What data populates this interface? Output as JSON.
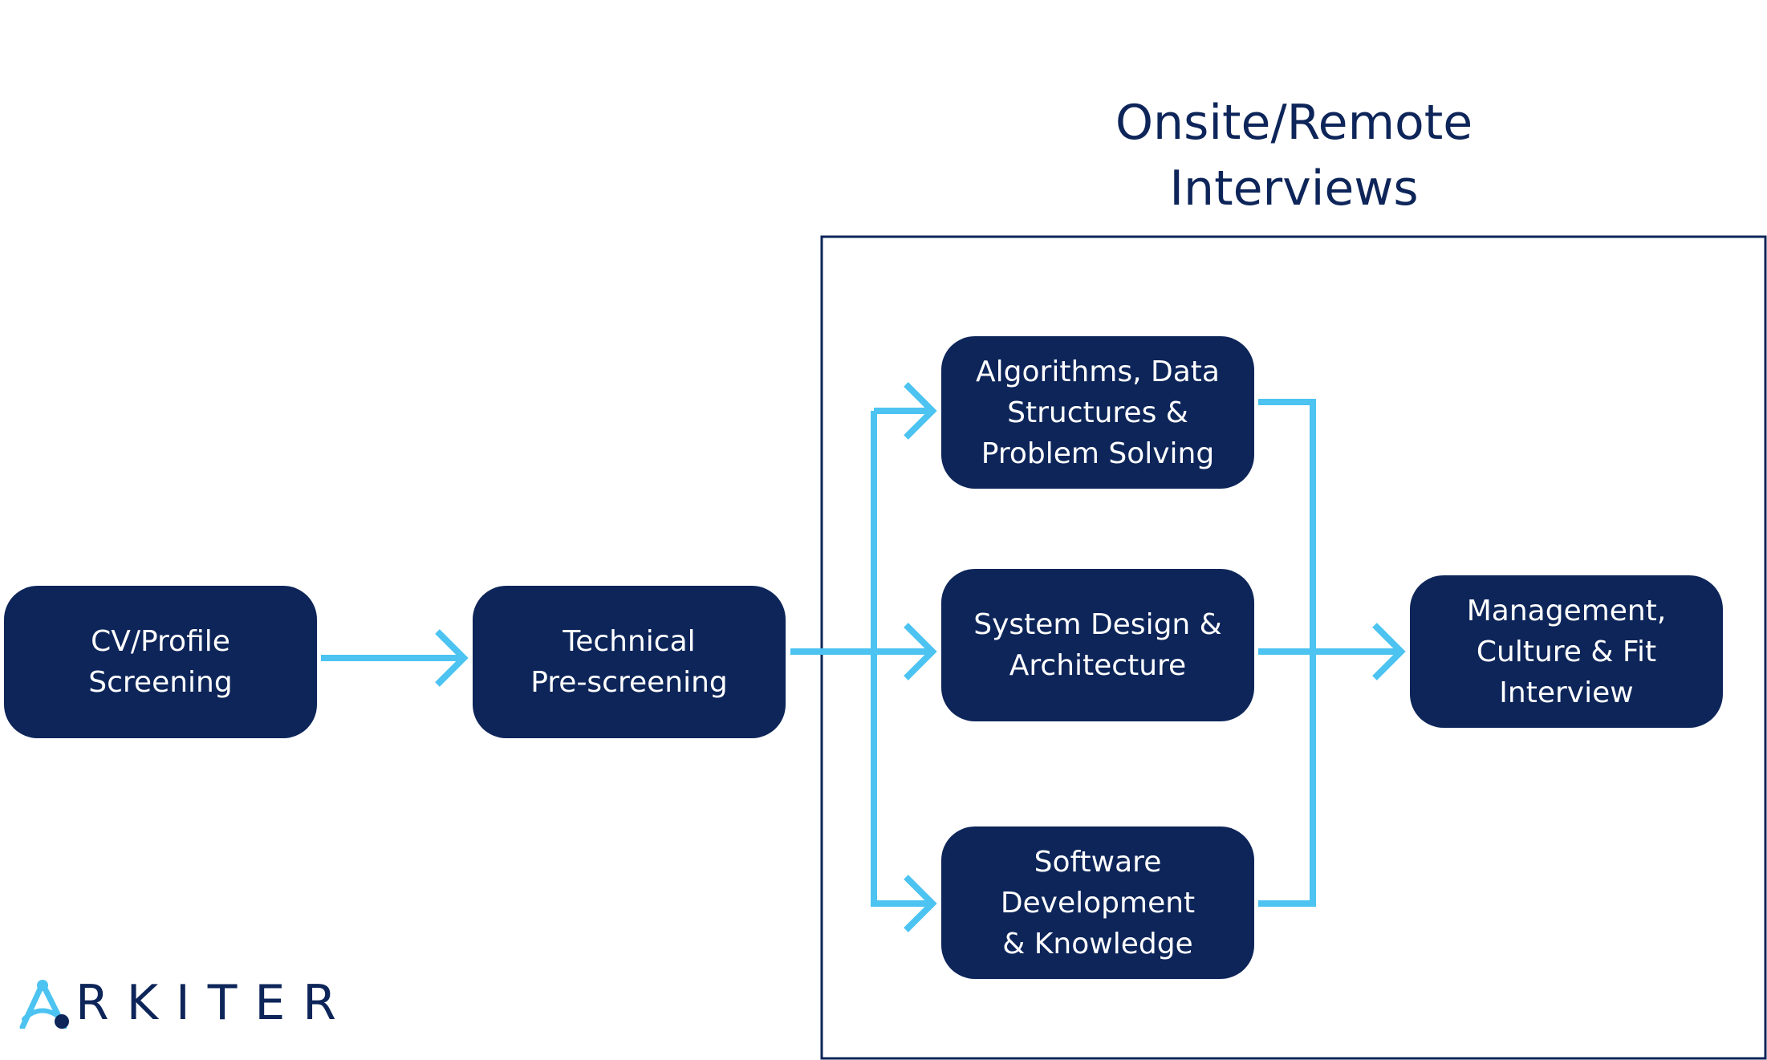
{
  "group": {
    "title": "Onsite/Remote\nInterviews"
  },
  "nodes": {
    "cv": "CV/Profile\nScreening",
    "technical": "Technical\nPre-screening",
    "algorithms": "Algorithms, Data\nStructures &\nProblem Solving",
    "system_design": "System Design &\nArchitecture",
    "software": "Software\nDevelopment\n& Knowledge",
    "management": "Management,\nCulture & Fit\nInterview"
  },
  "logo": {
    "text": "RKITER"
  },
  "colors": {
    "node_fill": "#0d2559",
    "node_text": "#ffffff",
    "arrow": "#4cc3f1",
    "frame": "#0d2559"
  }
}
